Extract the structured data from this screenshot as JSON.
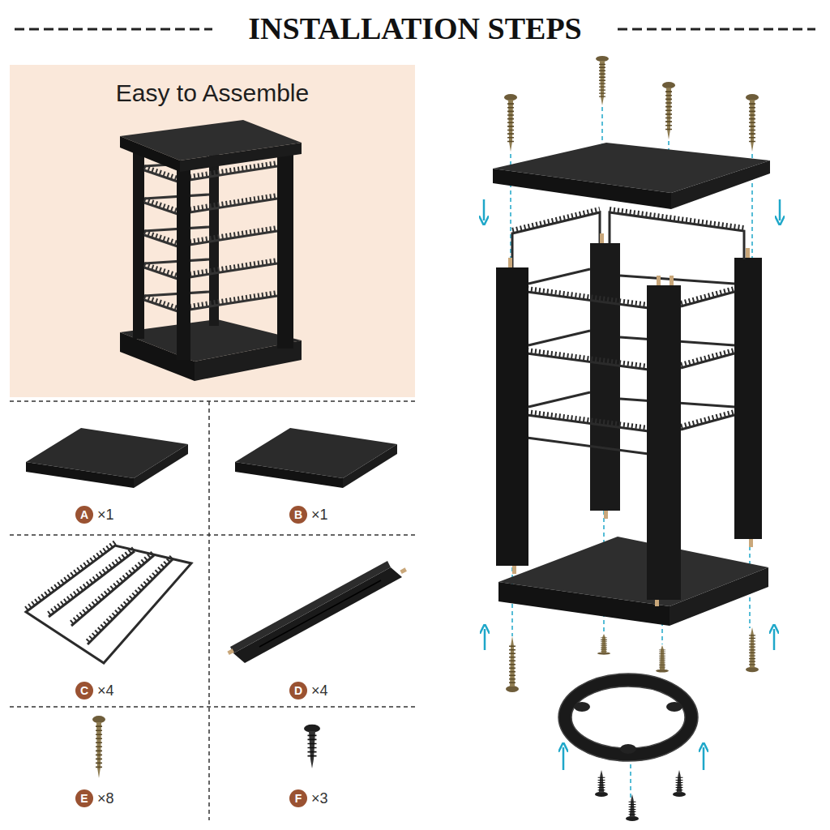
{
  "diagram": {
    "title": "INSTALLATION STEPS",
    "nodes": [
      {
        "text": [
          "Easy to Assemble"
        ]
      },
      {
        "text": [
          "A"
        ]
      },
      {
        "text": [
          "B"
        ]
      },
      {
        "text": [
          "C"
        ]
      },
      {
        "text": [
          "D"
        ]
      },
      {
        "text": [
          "E"
        ]
      },
      {
        "text": [
          "F"
        ]
      }
    ],
    "edges": [],
    "labels": [
      "×1",
      "×1",
      "×4",
      "×4",
      "×8",
      "×3"
    ]
  }
}
